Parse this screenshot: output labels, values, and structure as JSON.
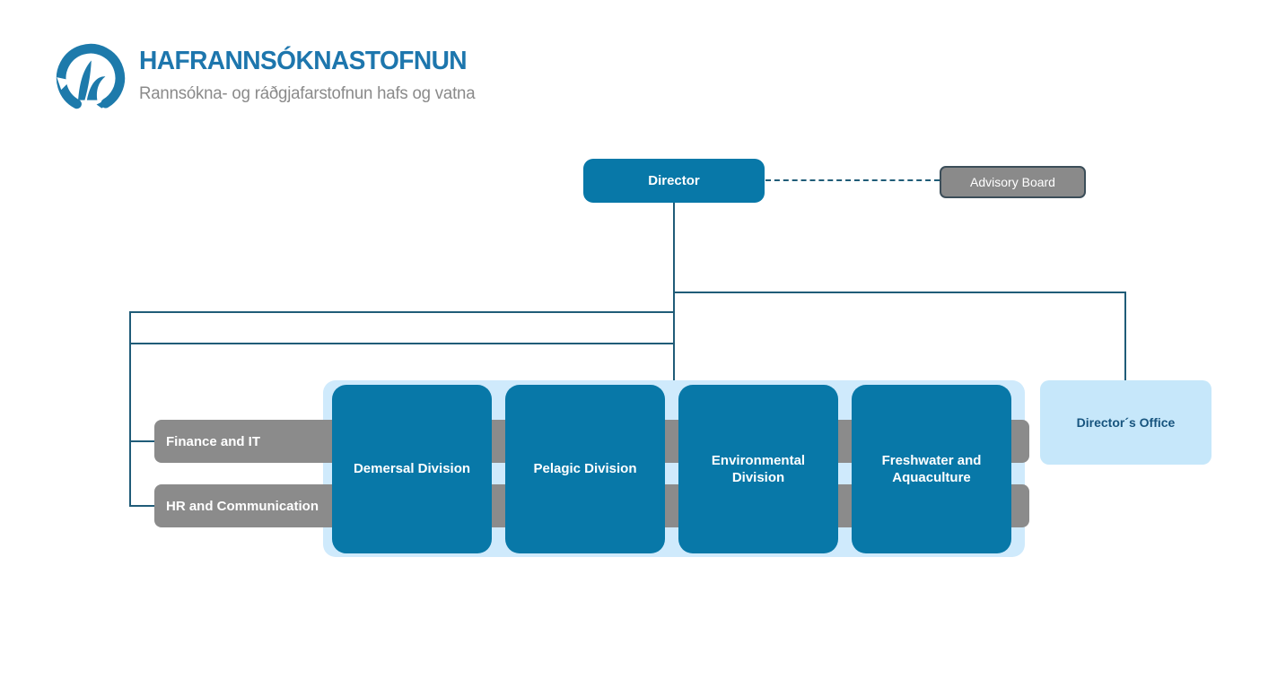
{
  "brand": {
    "title": "HAFRANNSÓKNASTOFNUN",
    "subtitle": "Rannsókna- og ráðgjafarstofnun hafs og vatna",
    "icon": "wave-swirl-logo-icon"
  },
  "chart": {
    "type": "org-chart",
    "director": "Director",
    "advisory_board": "Advisory Board",
    "staff_units": [
      {
        "label": "Finance and IT"
      },
      {
        "label": "HR and Communication"
      }
    ],
    "divisions": [
      {
        "label": "Demersal Division"
      },
      {
        "label": "Pelagic Division"
      },
      {
        "label": "Environmental Division"
      },
      {
        "label": "Freshwater and Aquaculture"
      }
    ],
    "directors_office": "Director´s Office"
  },
  "colors": {
    "primary_blue": "#0878a8",
    "container_light_blue": "#cfeafc",
    "office_light_blue": "#c6e7fa",
    "office_text_blue": "#17547e",
    "unit_gray": "#8b8b8b",
    "advisory_border": "#3c4e59",
    "connector": "#205c78",
    "brand_blue": "#1d76ad",
    "brand_gray": "#8a8a8a"
  }
}
